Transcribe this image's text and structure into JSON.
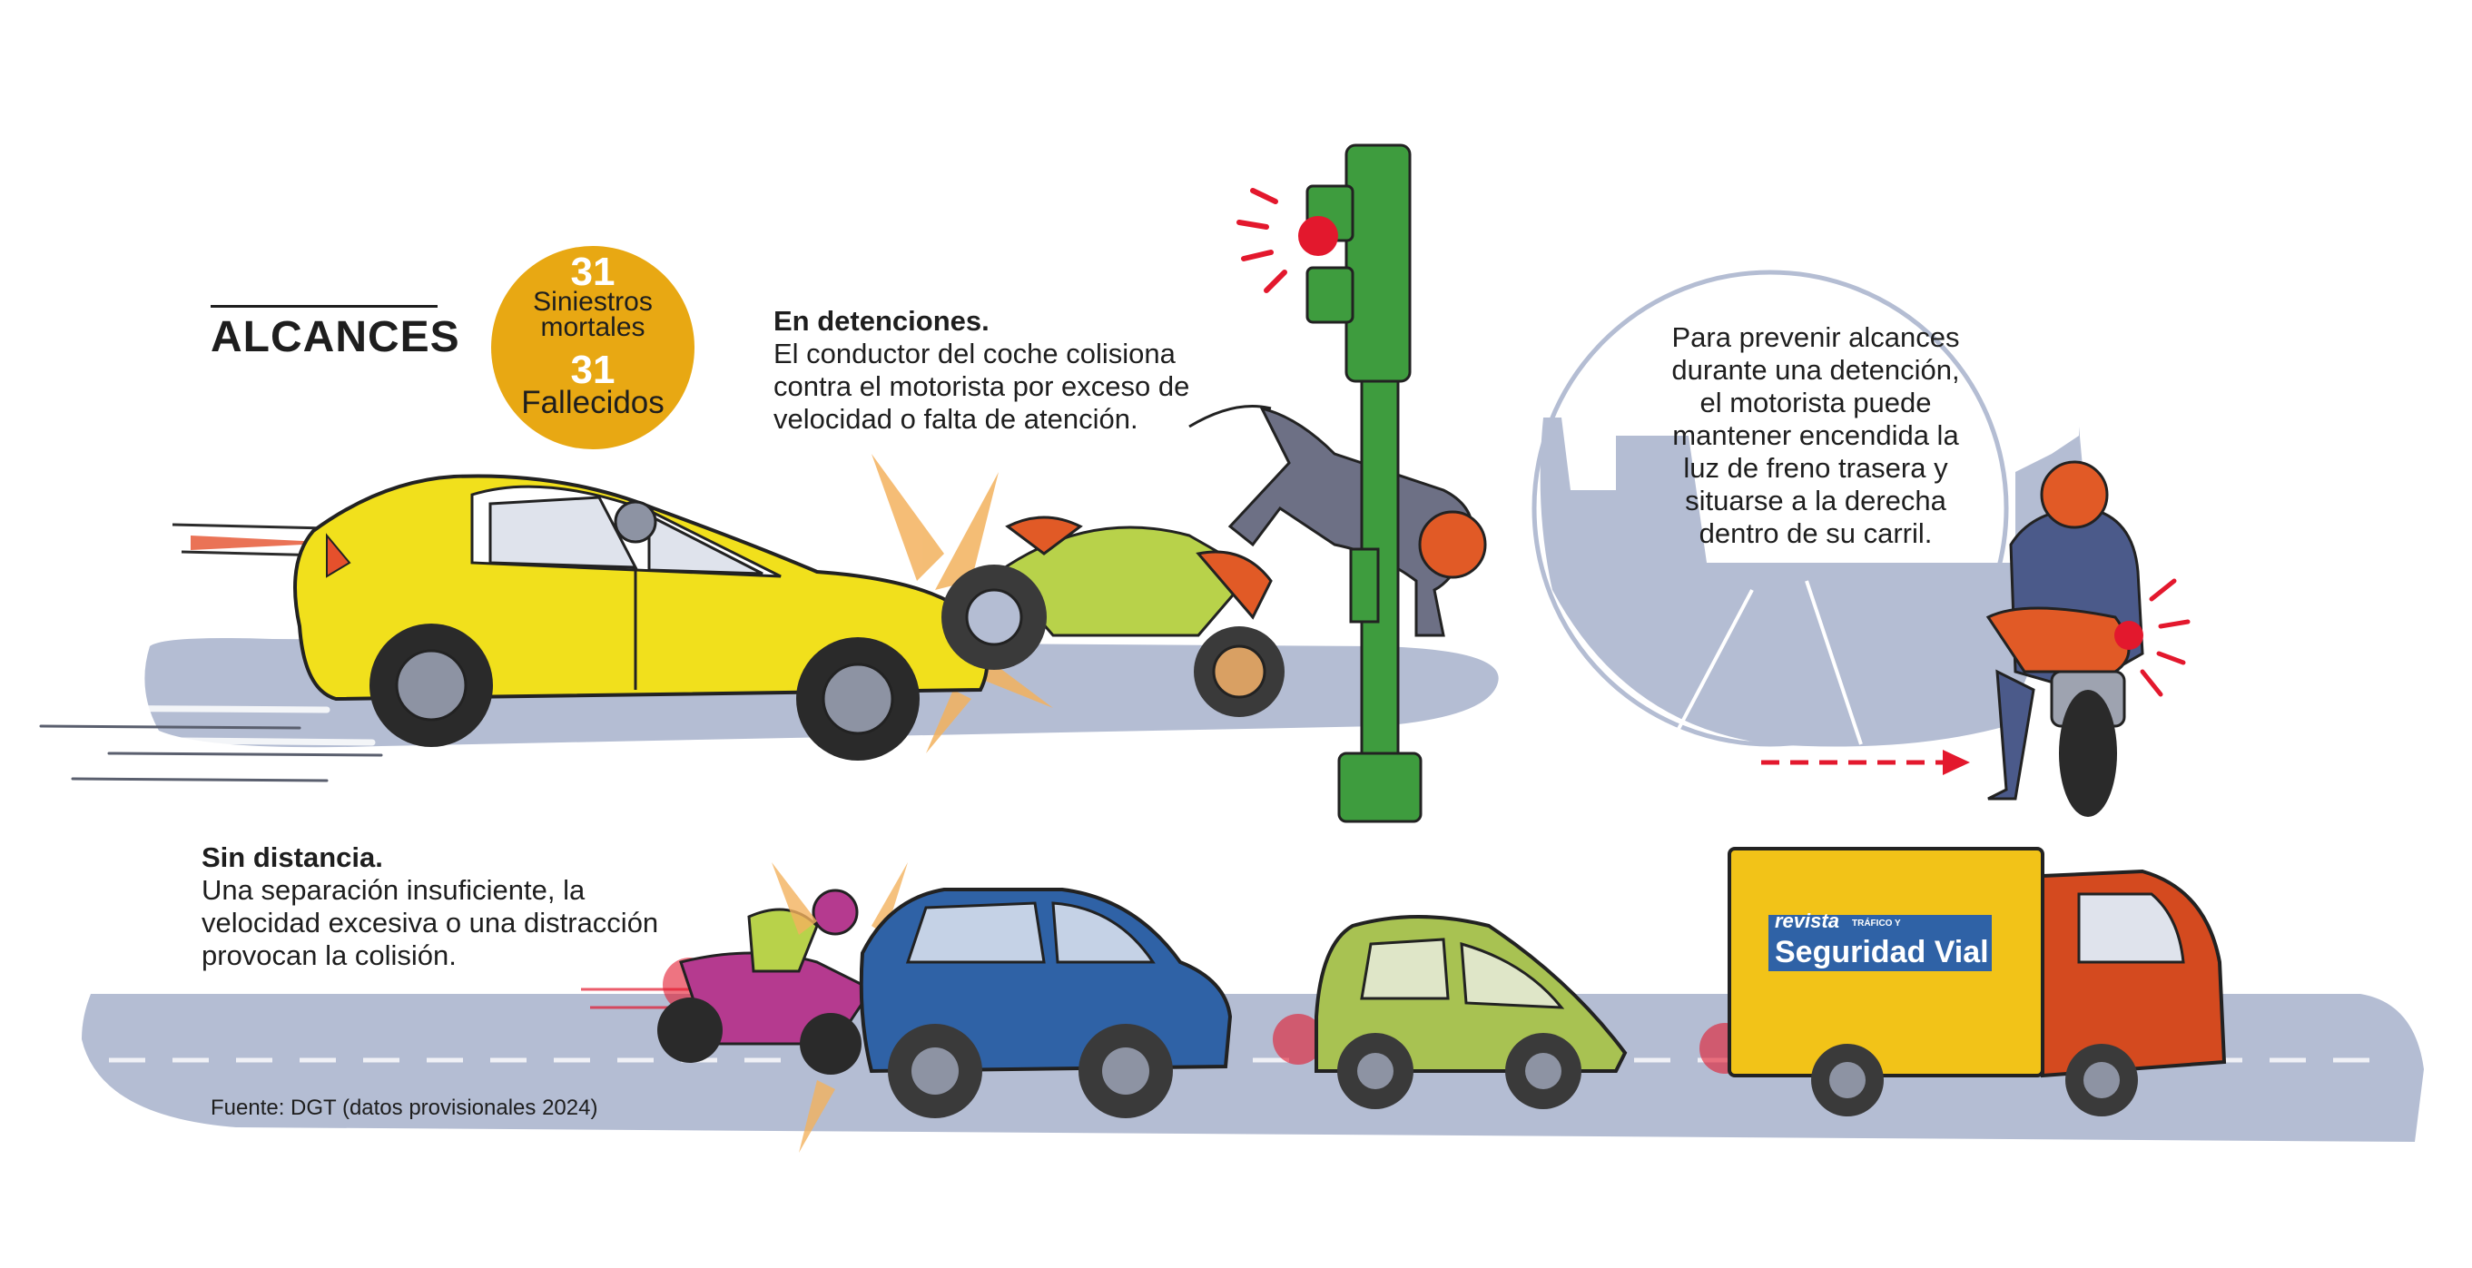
{
  "title": "ALCANCES",
  "badge": {
    "count1": "31",
    "label1_line1": "Siniestros",
    "label1_line2": "mortales",
    "count2": "31",
    "label2": "Fallecidos",
    "color": "#e8a813"
  },
  "detenciones": {
    "heading": "En detenciones.",
    "lines": [
      "El conductor del coche colisiona",
      "contra el motorista por exceso de",
      "velocidad o falta de atención."
    ]
  },
  "prevencion": {
    "lines": [
      "Para prevenir alcances",
      "durante una detención,",
      "el motorista puede",
      "mantener encendida la",
      "luz de freno trasera y",
      "situarse a la derecha",
      "dentro de su carril."
    ]
  },
  "sin_distancia": {
    "heading": "Sin distancia.",
    "lines": [
      "Una separación insuficiente, la",
      "velocidad excesiva o una distracción",
      "provocan la colisión."
    ]
  },
  "truck_logo": {
    "line1": "revista",
    "line2": "TRÁFICO Y",
    "line3": "Seguridad Vial"
  },
  "source": "Fuente: DGT (datos provisionales 2024)",
  "colors": {
    "road": "#b4bdd3",
    "car_yellow": "#f1e01c",
    "traffic_light": "#3e9c3e",
    "brake_red": "#e3182d",
    "moto_orange": "#e15a26",
    "blue_car": "#2f62a6",
    "green_car": "#a8c252",
    "truck_box": "#f2c318",
    "truck_cab": "#d44a1f"
  }
}
